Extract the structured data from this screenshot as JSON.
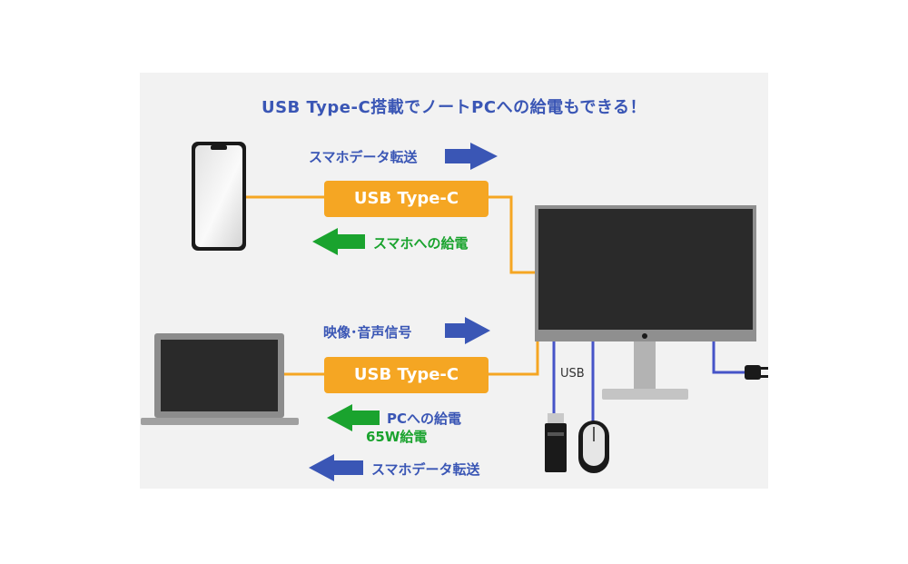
{
  "title": "USB Type-C搭載でノートPCへの給電もできる！",
  "phone_section": {
    "connector_label": "USB Type-C",
    "data_transfer_label": "スマホデータ転送",
    "charge_label": "スマホへの給電"
  },
  "laptop_section": {
    "connector_label": "USB Type-C",
    "video_audio_label": "映像･音声信号",
    "charge_label": "PCへの給電",
    "power_label": "65W給電",
    "data_transfer_label": "スマホデータ転送"
  },
  "usb_label": "USB",
  "colors": {
    "accent_blue": "#3a56b5",
    "accent_green": "#1aa32e",
    "connector_orange": "#f5a623",
    "line_orange": "#f5a623",
    "line_blue": "#4654c8"
  }
}
